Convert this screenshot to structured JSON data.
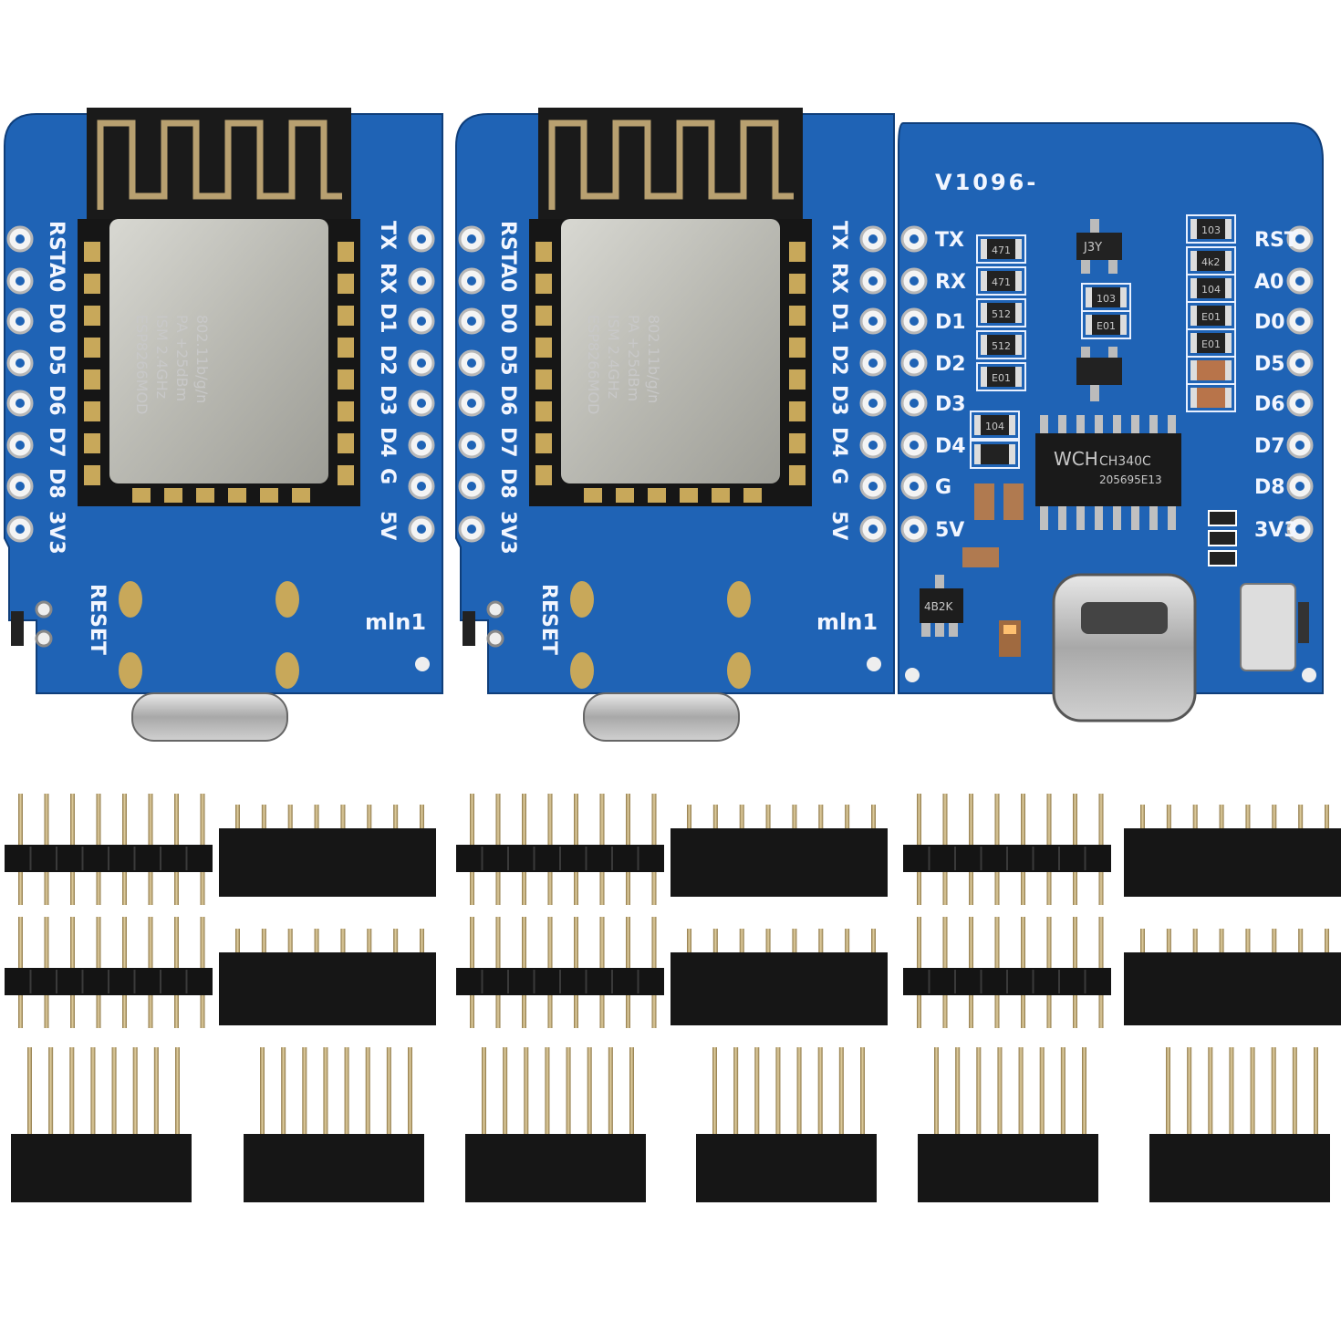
{
  "front_board": {
    "left_pins": [
      "RST",
      "A0",
      "D0",
      "D5",
      "D6",
      "D7",
      "D8",
      "3V3"
    ],
    "right_pins": [
      "TX",
      "RX",
      "D1",
      "D2",
      "D3",
      "D4",
      "G",
      "5V"
    ],
    "reset_label": "RESET",
    "brand": "mln1",
    "module_text": [
      "ESP8266MOD",
      "ISM 2.4GHz",
      "PA +25dBm",
      "802.11b/g/n"
    ]
  },
  "back_board": {
    "version": "V1096-",
    "left_pins": [
      "TX",
      "RX",
      "D1",
      "D2",
      "D3",
      "D4",
      "G",
      "5V"
    ],
    "right_pins": [
      "RST",
      "A0",
      "D0",
      "D5",
      "D6",
      "D7",
      "D8",
      "3V3"
    ],
    "chip_brand": "WCH",
    "chip_name": "CH340C",
    "chip_code": "205695E13",
    "regulator_code": "4B2K",
    "transistor_code": "J3Y",
    "resistor_codes": [
      "471",
      "471",
      "512",
      "512",
      "E01",
      "103",
      "E01",
      "103",
      "4k2",
      "104",
      "E01",
      "E01",
      "104"
    ]
  },
  "colors": {
    "pcb": "#1f63b5",
    "pcb_dark": "#174e93",
    "header": "#111111",
    "pin": "#b8a070",
    "silkscreen": "#f2f6ff"
  }
}
